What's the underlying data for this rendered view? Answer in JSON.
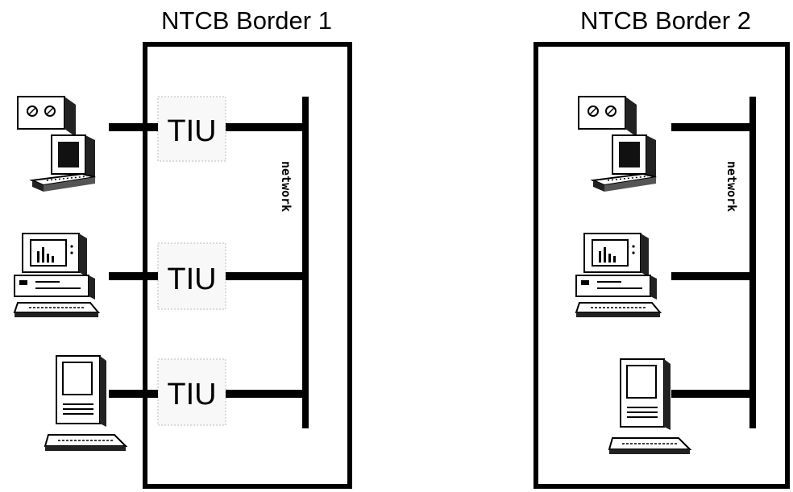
{
  "borders": [
    {
      "title": "NTCB Border 1",
      "network_label": "network",
      "tiu_label": "TIU",
      "has_tius": true,
      "devices": [
        "tape-terminal",
        "desktop-pc",
        "tower-pc"
      ]
    },
    {
      "title": "NTCB Border 2",
      "network_label": "network",
      "tiu_label": "",
      "has_tius": false,
      "devices": [
        "tape-terminal",
        "desktop-pc",
        "tower-pc"
      ]
    }
  ]
}
